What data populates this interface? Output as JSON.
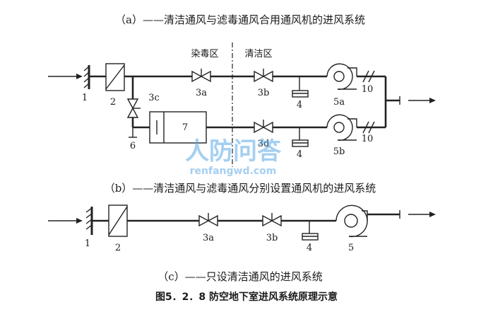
{
  "captions": {
    "a": "（a）——清洁通风与滤毒通风合用通风机的进风系统",
    "b": "（b）——清洁通风与滤毒通风分别设置通风机的进风系统",
    "c": "（c）——只设清洁通风的进风系统",
    "figure": "图5．2．8  防空地下室进风系统原理示意"
  },
  "zones": {
    "contaminated": "染毒区",
    "clean": "清洁区"
  },
  "diagram_a": {
    "labels": [
      "1",
      "2",
      "3c",
      "3a",
      "3b",
      "4",
      "5a",
      "10",
      "6",
      "7",
      "3d",
      "4",
      "5b",
      "10"
    ]
  },
  "diagram_c": {
    "labels": [
      "1",
      "2",
      "3a",
      "3b",
      "4",
      "5"
    ]
  },
  "watermark": {
    "main": "人防问答",
    "sub": "renfangwd.com"
  }
}
